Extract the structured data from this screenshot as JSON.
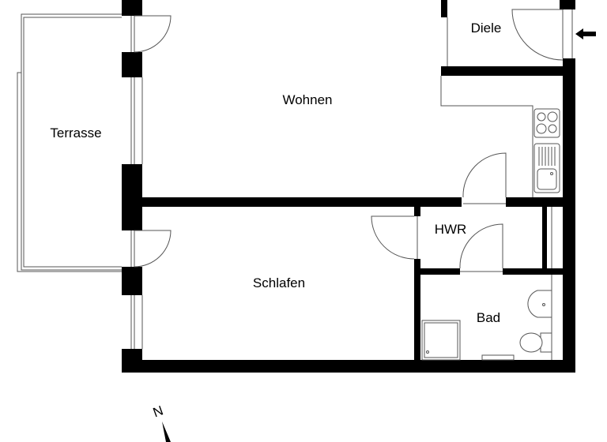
{
  "floorplan": {
    "rooms": [
      {
        "id": "wohnen",
        "label": "Wohnen"
      },
      {
        "id": "terrasse",
        "label": "Terrasse"
      },
      {
        "id": "diele",
        "label": "Diele"
      },
      {
        "id": "schlafen",
        "label": "Schlafen"
      },
      {
        "id": "hwr",
        "label": "HWR"
      },
      {
        "id": "bad",
        "label": "Bad"
      }
    ],
    "compass": {
      "label": "N"
    },
    "entrance": {
      "icon": "arrow-left-icon"
    },
    "colors": {
      "wall": "#000000",
      "line": "#555555",
      "background": "#ffffff"
    }
  }
}
